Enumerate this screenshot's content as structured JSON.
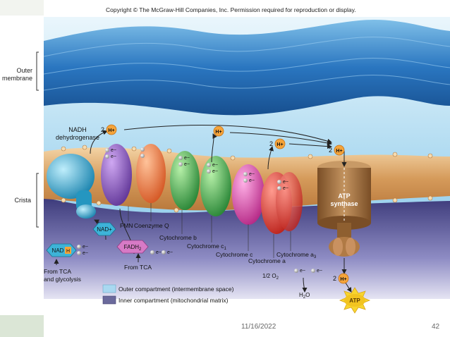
{
  "header": {
    "copyright": "Copyright © The McGraw-Hill Companies, Inc. Permission required for reproduction or display."
  },
  "diagram": {
    "labels": {
      "outer_membrane_l1": "Outer",
      "outer_membrane_l2": "membrane",
      "crista": "Crista",
      "nadh_dehydrogenase_l1": "NADH",
      "nadh_dehydrogenase_l2": "dehydrogenase",
      "fmn": "FMN",
      "coenzyme_q": "Coenzyme Q",
      "cytochrome_b": "Cytochrome b",
      "cytochrome_c1": "Cytochrome c",
      "cytochrome_c1_sub": "1",
      "cytochrome_c": "Cytochrome c",
      "cytochrome_a": "Cytochrome a",
      "cytochrome_a3": "Cytochrome a",
      "cytochrome_a3_sub": "3",
      "atp_synthase_l1": "ATP",
      "atp_synthase_l2": "synthase",
      "nad_plus": "NAD+",
      "nadh": "NAD",
      "nadh_h": "H",
      "fadh2": "FADH",
      "fadh2_sub": "2",
      "from_tca_glycolysis_l1": "From TCA",
      "from_tca_glycolysis_l2": "and glycolysis",
      "from_tca": "From TCA",
      "half_o2": "1/2 O",
      "half_o2_sub": "2",
      "water": "H",
      "water_sub": "2",
      "water_end": "O",
      "atp": "ATP",
      "proton": "H+",
      "coef_2": "2",
      "electron": "e−"
    },
    "legend": [
      {
        "label": "Outer compartment (intermembrane space)",
        "color": "#a9d8f0"
      },
      {
        "label": "Inner compartment (mitochondrial matrix)",
        "color": "#6b6a9c"
      }
    ],
    "colors": {
      "outer_membrane": "#2f7fc8",
      "membrane_tan": "#d9a05e",
      "matrix": "#5c5a9a",
      "nadh_dehydrogenase": "#2fa3c9",
      "fmn_complex": "#7b4fb3",
      "coenzyme_q": "#ef6a2e",
      "cytochrome_b": "#3ea84a",
      "cytochrome_c1": "#2f9a3e",
      "cytochrome_c": "#e23ba6",
      "cytochrome_a_a3": "#e3312b",
      "atp_synthase": "#9a6a3c",
      "proton_badge": "#f5a43a",
      "atp_star": "#f7d52f"
    }
  },
  "footer": {
    "date": "11/16/2022",
    "page": "42"
  }
}
